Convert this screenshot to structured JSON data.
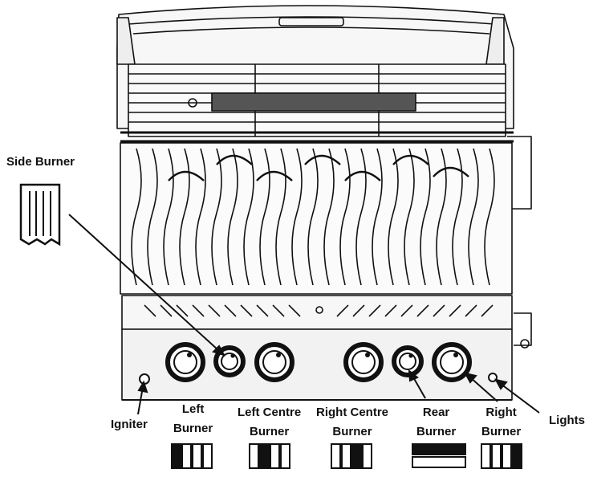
{
  "labels": {
    "side_burner": "Side Burner",
    "igniter": "Igniter",
    "left_burner": [
      "Left",
      "Burner"
    ],
    "left_centre_burner": [
      "Left Centre",
      "Burner"
    ],
    "right_centre_burner": [
      "Right Centre",
      "Burner"
    ],
    "rear_burner": [
      "Rear",
      "Burner"
    ],
    "right_burner": [
      "Right",
      "Burner"
    ],
    "lights": "Lights"
  },
  "icons": {
    "side_burner_icon": "grate-icon",
    "indicators": [
      {
        "name": "left-burner-indicator",
        "type": "quad",
        "filled_index": 0
      },
      {
        "name": "left-centre-burner-indicator",
        "type": "quad",
        "filled_index": 1
      },
      {
        "name": "right-centre-burner-indicator",
        "type": "quad",
        "filled_index": 2
      },
      {
        "name": "rear-burner-indicator",
        "type": "rear",
        "filled_index": 0
      },
      {
        "name": "right-burner-indicator",
        "type": "quad",
        "filled_index": 3
      }
    ]
  },
  "colors": {
    "ink": "#111111",
    "panel": "#f2f2f2",
    "background": "#ffffff"
  }
}
